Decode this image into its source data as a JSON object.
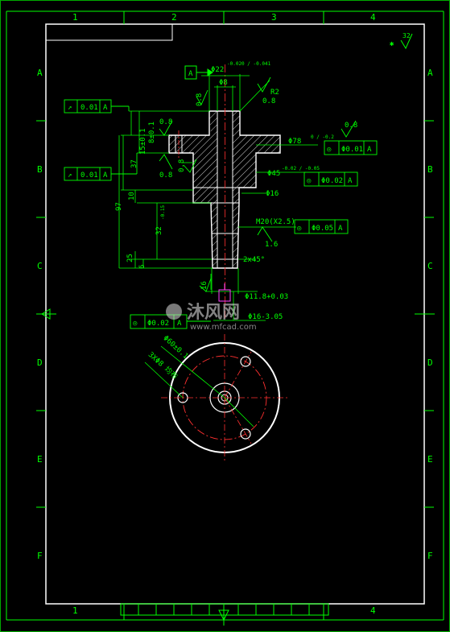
{
  "frame": {
    "col_labels": [
      "1",
      "2",
      "3",
      "4"
    ],
    "row_labels": [
      "A",
      "B",
      "C",
      "D",
      "E",
      "F"
    ]
  },
  "annotations": {
    "datum_a": "A",
    "dia_top": "Φ22",
    "dia_top_tol": "-0.020 / -0.041",
    "dia_bore": "Φ8",
    "rough_08": "0.8",
    "radius": "R2",
    "flange_dia": "Φ78",
    "flange_tol": "0 / -0.2",
    "shaft_dia": "Φ45",
    "shaft_tol": "-0.02 / -0.05",
    "hole16": "Φ16",
    "thread": "M20(X2.5)",
    "rough_16": "1.6",
    "chamfer": "2x45°",
    "small_dia": "Φ11.8+0.03",
    "small_dia2": "Φ16-3.05",
    "dim_8": "8±0.1",
    "dim_15": "15±0.1",
    "dim_37": "37",
    "dim_97": "97",
    "dim_10": "10",
    "dim_32": "32",
    "dim_32_tol": "-0.15",
    "dim_25": "25",
    "dim_6": "6",
    "dim_16_left": "16",
    "bolt_circle": "Φ60±0.1",
    "holes_note": "3XΦ8 均布",
    "corner_rough": "32",
    "watermark_main": "沐风网",
    "watermark_sub": "www.mfcad.com"
  },
  "feature_frames": [
    {
      "symbol": "↗",
      "value": "0.01",
      "datum": "A"
    },
    {
      "symbol": "↗",
      "value": "0.01",
      "datum": "A"
    },
    {
      "symbol": "◎",
      "value": "Φ0.01",
      "datum": "A"
    },
    {
      "symbol": "◎",
      "value": "Φ0.02",
      "datum": "A"
    },
    {
      "symbol": "◎",
      "value": "Φ0.05",
      "datum": "A"
    },
    {
      "symbol": "◎",
      "value": "Φ0.02",
      "datum": "A"
    }
  ],
  "colors": {
    "frame": "#ffffff",
    "geometry": "#ffffff",
    "dimension": "#00ff00",
    "center": "#ff2020",
    "hatch": "#ffffff",
    "ticks": "#00ff00"
  }
}
